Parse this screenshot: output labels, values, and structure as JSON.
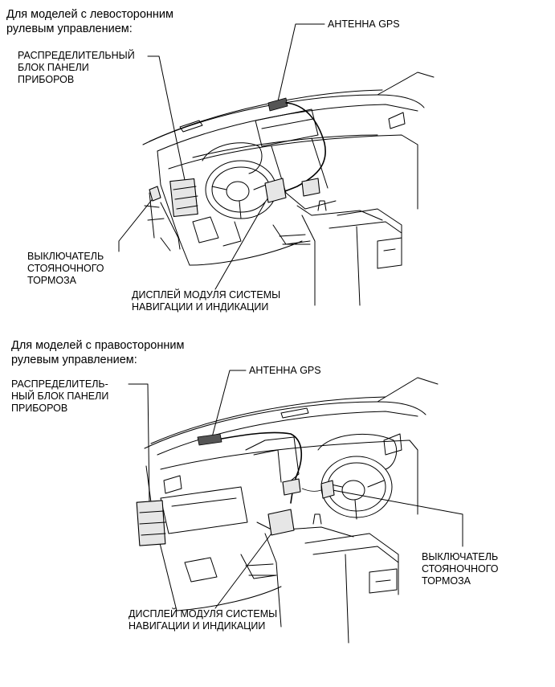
{
  "sections": [
    {
      "header": "Для моделей с левосторонним\nрулевым управлением:",
      "labels": {
        "gps_antenna": "АНТЕННА GPS",
        "junction_block": "РАСПРЕДЕЛИТЕЛЬНЫЙ\nБЛОК ПАНЕЛИ\nПРИБОРОВ",
        "parking_brake_switch": "ВЫКЛЮЧАТЕЛЬ\nСТОЯНОЧНОГО\nТОРМОЗА",
        "nav_display": "ДИСПЛЕЙ МОДУЛЯ СИСТЕМЫ\nНАВИГАЦИИ И ИНДИКАЦИИ"
      }
    },
    {
      "header": "Для моделей с правосторонним\nрулевым управлением:",
      "labels": {
        "gps_antenna": "АНТЕННА GPS",
        "junction_block": "РАСПРЕДЕЛИТЕЛЬ-\nНЫЙ БЛОК ПАНЕЛИ\nПРИБОРОВ",
        "parking_brake_switch": "ВЫКЛЮЧАТЕЛЬ\nСТОЯНОЧНОГО\nТОРМОЗА",
        "nav_display": "ДИСПЛЕЙ МОДУЛЯ СИСТЕМЫ\nНАВИГАЦИИ И ИНДИКАЦИИ"
      }
    }
  ]
}
